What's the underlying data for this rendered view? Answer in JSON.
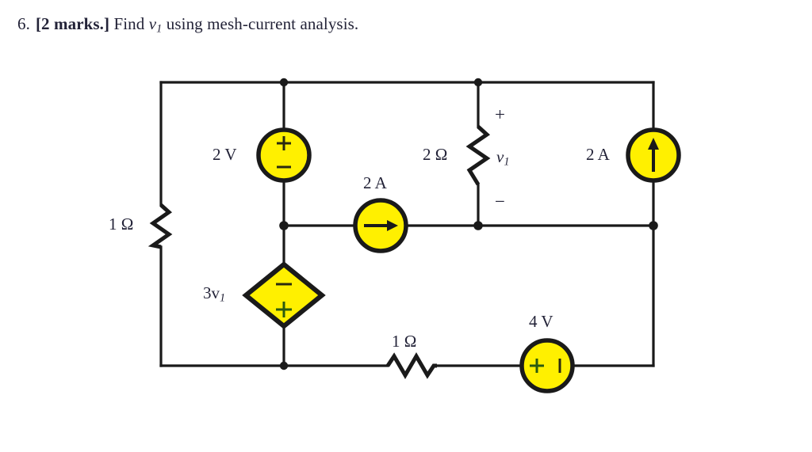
{
  "question": {
    "number": "6.",
    "marks": "[2 marks.]",
    "text_before_var": "Find",
    "variable": "v",
    "variable_sub": "1",
    "text_after_var": "using mesh-current analysis."
  },
  "colors": {
    "source_fill": "#FFF000",
    "wire": "#1a1a1a",
    "text": "#232338"
  },
  "circuit": {
    "title": "mesh-current-analysis-circuit",
    "components": {
      "left_resistor": {
        "name": "1 Ω resistor left branch",
        "label": "1 Ω",
        "value": "1",
        "unit": "Ω",
        "orientation": "vertical"
      },
      "source_2v": {
        "name": "2 V independent voltage source",
        "label": "2 V",
        "value": "2",
        "unit": "V",
        "shape": "circle",
        "polarity_top": "+",
        "polarity_bottom": "−"
      },
      "dependent_source": {
        "name": "3v1 dependent voltage source",
        "label_coefficient": "3",
        "label_variable": "v",
        "label_sub": "1",
        "shape": "diamond",
        "polarity_top": "−",
        "polarity_bottom": "+"
      },
      "source_2a_middle": {
        "name": "2 A independent current source middle",
        "label": "2 A",
        "value": "2",
        "unit": "A",
        "shape": "circle",
        "arrow_direction": "right"
      },
      "resistor_2ohm": {
        "name": "2 Ω resistor with v1 across it",
        "label": "2 Ω",
        "value": "2",
        "unit": "Ω",
        "orientation": "vertical",
        "voltage_label": "v",
        "voltage_sub": "1",
        "polarity_top": "+",
        "polarity_bottom": "−"
      },
      "source_2a_right": {
        "name": "2 A independent current source right",
        "label": "2 A",
        "value": "2",
        "unit": "A",
        "shape": "circle",
        "arrow_direction": "up"
      },
      "bottom_resistor": {
        "name": "1 Ω resistor bottom branch",
        "label": "1 Ω",
        "value": "1",
        "unit": "Ω",
        "orientation": "horizontal"
      },
      "source_4v": {
        "name": "4 V independent voltage source",
        "label": "4 V",
        "value": "4",
        "unit": "V",
        "shape": "circle",
        "polarity_left": "+",
        "polarity_right": "−"
      }
    }
  }
}
